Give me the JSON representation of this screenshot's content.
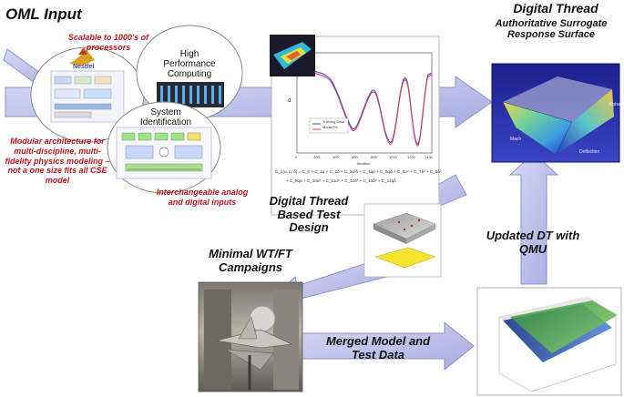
{
  "labels": {
    "oml_input": "OML Input",
    "scalable": "Scalable to 1000's of processors",
    "hpc": "High Performance Computing",
    "sysid": "System Identification",
    "modular": "Modular architecture for multi-discipline, multi-fidelity physics modeling – not a one size fits all CSE model",
    "interchangeable": "Interchangeable analog and digital inputs",
    "dt_authoritative_title": "Digital Thread",
    "dt_authoritative_sub": "Authoritative Surrogate Response Surface",
    "dt_test_design": "Digital Thread Based Test Design",
    "updated_dt": "Updated DT with QMU",
    "minimal_wt": "Minimal WT/FT Campaigns",
    "merged": "Merged Model and Test Data",
    "nestfel": "Nestfel"
  },
  "plot": {
    "legend": [
      "Training Data",
      "Model Fit"
    ],
    "xlabel": "Iteration",
    "ylabel": "d",
    "xticks": [
      "0",
      "200",
      "400",
      "600",
      "800",
      "1000",
      "1200",
      "1400"
    ],
    "equation_line1": "C_L(α, q, δ) = C_0 + C_1α + C_2δ + C_3α²δ + C_4qα + C_5qδ + C_6α⁴ + C_7δ² + C_8δ²",
    "equation_line2": "+ C_9qα + C_10α⁴ + C_11α⁶ + C_12δ³ + C_13δ² + C_14qδ"
  },
  "surface_axes": {
    "left": "Mach",
    "right": "Deflection",
    "right2": "Alpha"
  },
  "colors": {
    "arrow_fill": "#c2c4ea",
    "arrow_edge": "#8e92d2",
    "label_red": "#c0141a",
    "surface_bg": "#2a32a8"
  }
}
